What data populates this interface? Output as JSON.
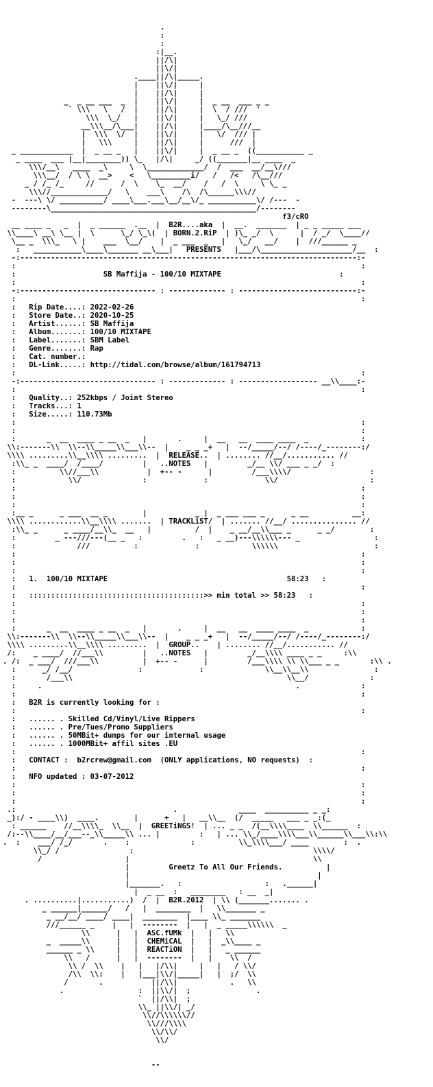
{
  "art": {
    "header": "                                    .\n                                    :\n                                    :\n                                   :|__.\n                                   ||/\\|\n                                   ||\\/|\n                              .____||/\\|_____.\n                              |    ||\\/|     |\n                              |    ||/\\|     |\n              _  _ __ ___  _  |    ||\\/|     |  _ __  ___ _ _\n               ` \\\\\\   \\   /  |    ||/\\|     |  \\  / ///  '\n                   \\\\\\  \\_/   |    ||\\/|     |   \\_/ ///\n                  __\\\\\\__/\\___|    ||/\\|     |____/\\__///__\n                  |  \\\\\\  \\/  |    ||\\/|     |   \\/  /// |\n                  |   \\\\\\     |    ||/\\|     |      ///  |\n  _ ____________  |  _ __ _   |    ||\\/|     |  _ __ _  ((___________ _\n   _ ____  ___ |__|________)) \\_   |/\\|     _/ ((_______|__ ____  _\n      \\\\\\/__\\   ____  _\\     \\  \\_____________/  /  ___  __/__\\///\n       \\\\\\__/  / \\ \\  __>    <   \\_________i/   /   /<   /\\__///\n     _ / /_ /_     //      /  \\    \\_  __/    /   /  \\     \\ \\_ _\n      \\\\\\//_____________/   \\    ___\\    /\\  /\\______\\\\\\//\n  -  ---\\ \\/ __________/ ____\\___.___\\__/__\\/_ ___________\\/ /---  -\n  --------\\_______________________________________________/--------\n                                                                f3/cRO\n  __ ____ _   _  |  _ ______  .__  |  B2R....aka  |  __.  _______  | _ _ _____ ___\n \\\\____\\ __\\ \\__ |  \\      \\_/ \\_\\(  | BORN.2.RiP  | )\\_ _/  \\      |  / _/  \\____//\n  \\__ _  \\\\\\_   \\ |    ___  \\__/    |  _ ___  _   |   \\_/   __/    |  ///______ _\n   :   ___________\\____\\_______ __\\___|   PRESENTS   |___/\\_____________________/__  :\n  -:-----------------------------------------------------------------------------:-\n"
  },
  "title_line": "SB Maffija - 100/10 MIXTAPE",
  "info": [
    {
      "key": "Rip Date....:",
      "value": "2022-02-26"
    },
    {
      "key": "Store Date..:",
      "value": "2020-10-25"
    },
    {
      "key": "Artist......:",
      "value": "SB Maffija"
    },
    {
      "key": "Album.......:",
      "value": "100/10 MIXTAPE"
    },
    {
      "key": "Label.......:",
      "value": "SBM Label"
    },
    {
      "key": "Genre.......:",
      "value": "Rap"
    },
    {
      "key": "Cat. number.:",
      "value": ""
    },
    {
      "key": "DL-Link.....:",
      "value": "http://tidal.com/browse/album/161794713"
    }
  ],
  "quality": [
    {
      "key": "Quality..:",
      "value": "252kbps / Joint Stereo"
    },
    {
      "key": "Tracks...:",
      "value": "1"
    },
    {
      "key": "Size.....:",
      "value": "110.73Mb"
    }
  ],
  "release_notes": [
    "RELEASE..",
    "..NOTES"
  ],
  "tracklist_label": "TRACKLiST",
  "tracks": [
    {
      "num": "1.",
      "title": "100/10 MIXTAPE",
      "length": "58:23"
    }
  ],
  "total_line": "::::::::::::::::::::::::::::::::::::::::>> min total >> 58:23",
  "group_notes": [
    "GROUP..",
    "..NOTES"
  ],
  "group": {
    "looking": "B2R is currently looking for :",
    "wants": [
      "...... . Skilled Cd/Vinyl/Live Rippers",
      "...... . Pre/Tues/Promo Suppliers",
      "...... . 50MBit+ dumps for our internal usage",
      "...... . 1000MBit+ affil sites .EU"
    ],
    "contact_label": "CONTACT :",
    "contact_email": "b2rcrew@gmail.com",
    "contact_note": "(ONLY applications, NO requests)",
    "updated": "NFO updated : 03-07-2012"
  },
  "greetings_label": "GREETiNGS!",
  "greetz": "Greetz To All Our Friends.",
  "footer_names": [
    "B2R.2012",
    "ASC.fUMk",
    "CHEMiCAL",
    "REACTiON"
  ],
  "end_mark": "--"
}
